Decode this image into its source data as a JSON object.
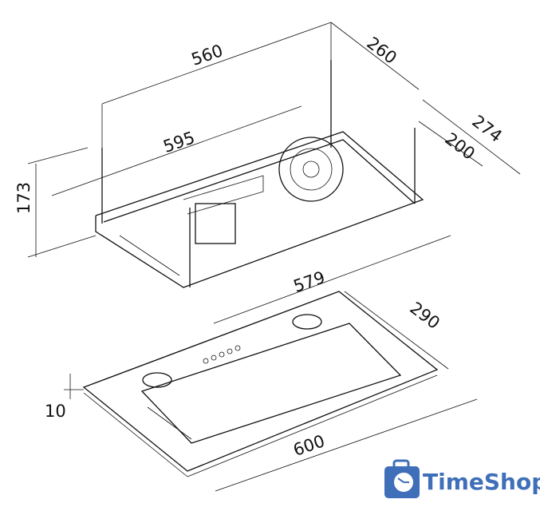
{
  "dimensions": {
    "top_width": "560",
    "top_depth": "260",
    "frame_width": "595",
    "frame_depth": "274",
    "inner_depth": "200",
    "height": "173",
    "body_width": "579",
    "panel_depth": "290",
    "panel_width": "600",
    "panel_thickness": "10"
  },
  "logo": {
    "text": "TimeShop",
    "color": "#3f6fb8"
  }
}
